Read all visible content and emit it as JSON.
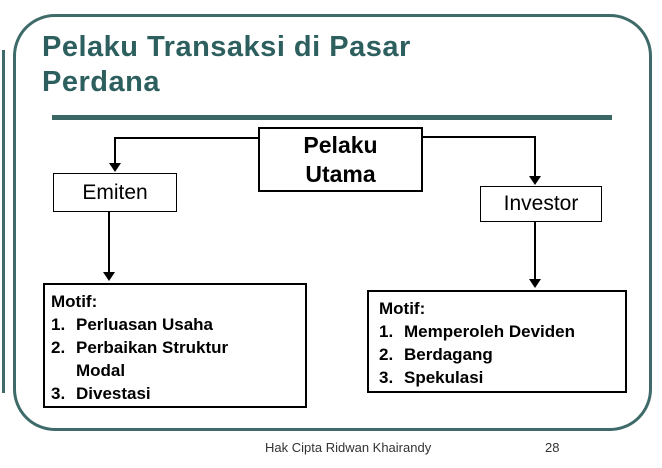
{
  "title": {
    "lines": [
      "Pelaku Transaksi di Pasar",
      "Perdana"
    ],
    "full": "Pelaku Transaksi di Pasar Perdana"
  },
  "diagram": {
    "pelaku_utama": {
      "lines": [
        "Pelaku",
        "Utama"
      ]
    },
    "emiten": {
      "label": "Emiten"
    },
    "investor": {
      "label": "Investor"
    },
    "motif_emiten": {
      "header": "Motif:",
      "items": [
        {
          "num": "1.",
          "text": "Perluasan Usaha"
        },
        {
          "num": "2.",
          "text": "Perbaikan Struktur Modal"
        },
        {
          "num": "3.",
          "text": "Divestasi"
        }
      ]
    },
    "motif_investor": {
      "header": "Motif:",
      "items": [
        {
          "num": "1.",
          "text": "Memperoleh Deviden"
        },
        {
          "num": "2.",
          "text": "Berdagang"
        },
        {
          "num": "3.",
          "text": "Spekulasi"
        }
      ]
    }
  },
  "footer": {
    "copyright": "Hak Cipta Ridwan Khairandy",
    "page_number": "28"
  },
  "icons": {
    "connector_arrow": "arrow-down-icon"
  },
  "colors": {
    "accent_teal": "#3E6B69",
    "title_teal": "#2D5F5F",
    "underline_teal": "#3A6765",
    "box_border": "#000000",
    "body_text": "#000000",
    "footer_text": "#333333",
    "background": "#FFFFFF"
  }
}
